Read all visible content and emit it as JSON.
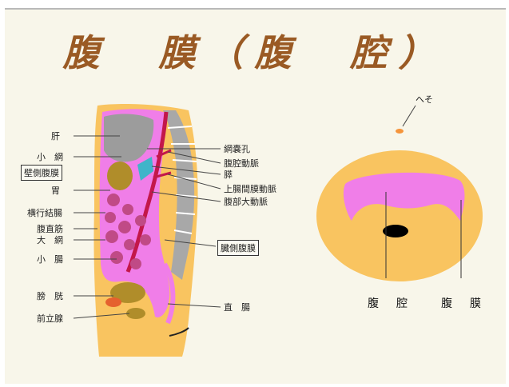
{
  "title": "腹　膜（腹　腔）",
  "left_labels": {
    "liver": "肝",
    "lesser_omentum": "小　網",
    "stomach": "胃",
    "transverse_colon": "横行結腸",
    "rectus_abdominis": "腹直筋",
    "greater_omentum": "大　網",
    "small_intestine": "小　腸",
    "bladder": "膀　胱",
    "prostate": "前立腺"
  },
  "right_labels": {
    "omental_foramen": "網嚢孔",
    "celiac_artery": "腹腔動脈",
    "pancreas": "膵",
    "superior_mesenteric_artery": "上腸間膜動脈",
    "abdominal_aorta": "腹部大動脈",
    "rectum": "直　腸"
  },
  "boxed_labels": {
    "parietal_peritoneum": "壁側腹膜",
    "visceral_peritoneum": "臓側腹膜"
  },
  "cross_section": {
    "navel": "へそ",
    "cavity": "腹　腔",
    "peritoneum": "腹　膜"
  },
  "colors": {
    "title": "#9a5a24",
    "body_orange": "#f9c460",
    "peritoneum_pink": "#f07ee8",
    "organ_olive": "#b08d2a",
    "intestine_magenta": "#c04a86",
    "artery_red": "#c3174a",
    "spine_gray": "#a8a8a8"
  }
}
